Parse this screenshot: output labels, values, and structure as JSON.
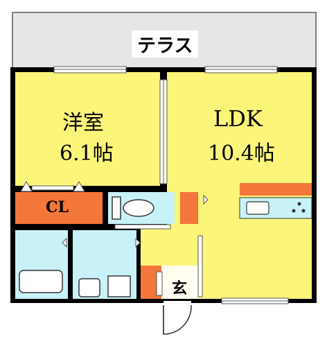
{
  "terrace": {
    "label": "テラス"
  },
  "western_room": {
    "name": "洋室",
    "size": "6.1帖"
  },
  "ldk": {
    "name": "LDK",
    "size": "10.4帖"
  },
  "closet": {
    "label": "CL"
  },
  "entrance": {
    "label": "玄"
  },
  "colors": {
    "room_yellow": "#fbf57a",
    "wet_area_blue": "#c8f2f8",
    "storage_orange": "#f3773b",
    "terrace_gray": "#e6e6e6",
    "wall": "#000000"
  }
}
